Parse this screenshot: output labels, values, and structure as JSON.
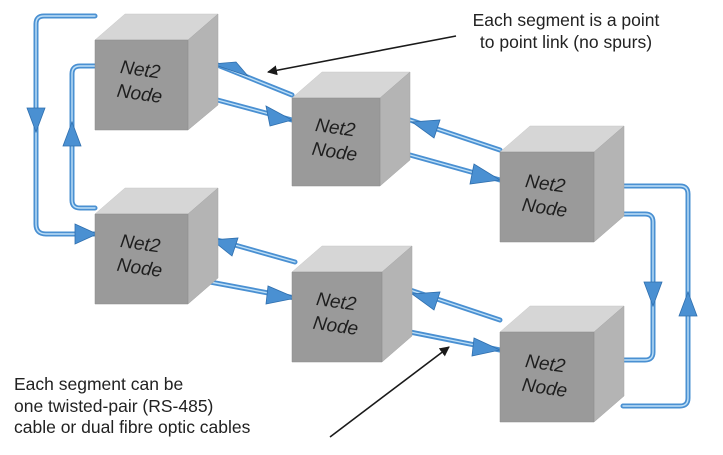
{
  "diagram": {
    "node_label": [
      "Net2",
      "Node"
    ],
    "nodes": [
      {
        "id": "node-1",
        "label_line1": "Net2",
        "label_line2": "Node"
      },
      {
        "id": "node-2",
        "label_line1": "Net2",
        "label_line2": "Node"
      },
      {
        "id": "node-3",
        "label_line1": "Net2",
        "label_line2": "Node"
      },
      {
        "id": "node-4",
        "label_line1": "Net2",
        "label_line2": "Node"
      },
      {
        "id": "node-5",
        "label_line1": "Net2",
        "label_line2": "Node"
      },
      {
        "id": "node-6",
        "label_line1": "Net2",
        "label_line2": "Node"
      }
    ],
    "annotations": {
      "top": [
        "Each segment is a point",
        "to point link (no spurs)"
      ],
      "bottom": [
        "Each segment can be",
        "one twisted-pair (RS-485)",
        "cable or dual fibre optic cables"
      ]
    },
    "colors": {
      "cable": "#4a90d2",
      "cable_highlight": "#bfe0f7",
      "box_front": "#9a9a9a",
      "box_top": "#d6d6d6",
      "box_side": "#b4b4b4"
    }
  }
}
